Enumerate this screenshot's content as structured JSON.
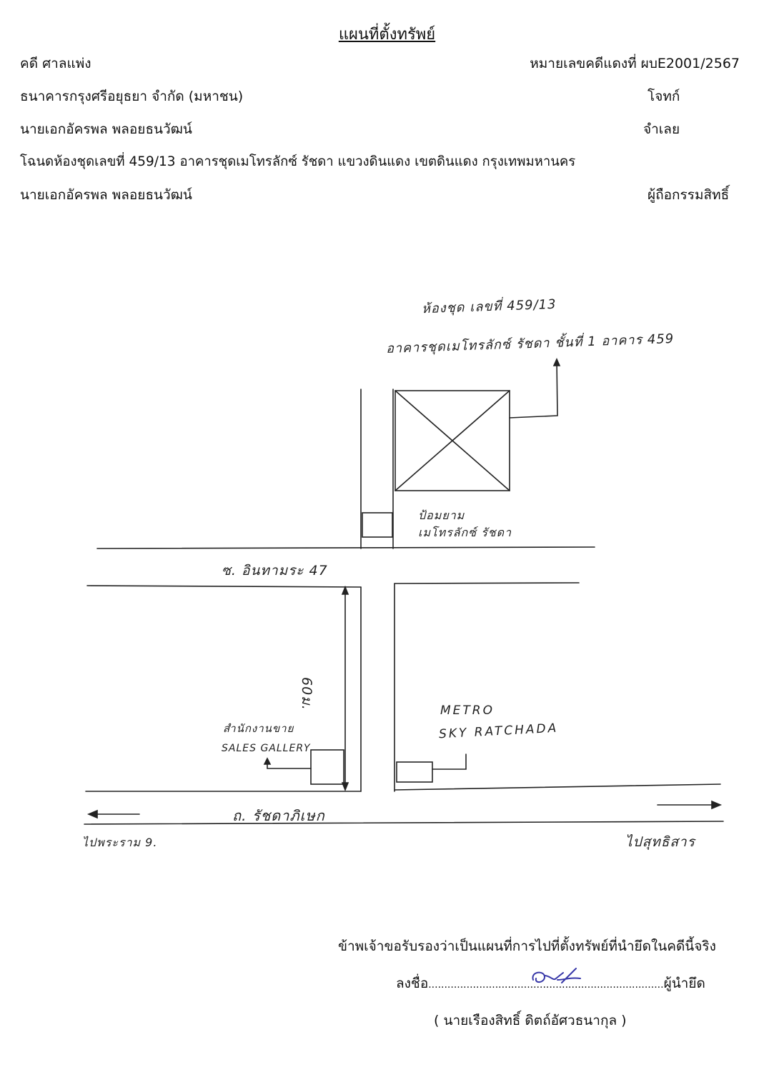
{
  "header": {
    "title": "แผนที่ตั้งทรัพย์",
    "case_type": "คดี ศาลแพ่ง",
    "case_number": "หมายเลขคดีแดงที่ ผบE2001/2567",
    "plaintiff_name": "ธนาคารกรุงศรีอยุธยา จำกัด (มหาชน)",
    "plaintiff_role": "โจทก์",
    "defendant_name": "นายเอกอัครพล พลอยธนวัฒน์",
    "defendant_role": "จำเลย",
    "deed": "โฉนดห้องชุดเลขที่ 459/13 อาคารชุดเมโทรลักซ์ รัชดา แขวงดินแดง เขตดินแดง กรุงเทพมหานคร",
    "owner_name": "นายเอกอัครพล พลอยธนวัฒน์",
    "owner_role": "ผู้ถือกรรมสิทธิ์"
  },
  "map": {
    "unit_label": "ห้องชุด เลขที่ 459/13",
    "building_label": "อาคารชุดเมโทรลักซ์ รัชดา ชั้นที่ 1 อาคาร 459",
    "guard_booth_line1": "ป้อมยาม",
    "guard_booth_line2": "เมโทรลักซ์ รัชดา",
    "soi_label": "ซ. อินทามระ 47",
    "distance_label": "60ม.",
    "sales_office_thai": "สำนักงานขาย",
    "sales_office_en": "SALES GALLERY",
    "metro_line1": "METRO",
    "metro_line2": "SKY RATCHADA",
    "main_road_label": "ถ. รัชดาภิเษก",
    "left_direction": "ไปพระราม 9.",
    "right_direction": "ไปสุทธิสาร"
  },
  "footer": {
    "certification": "ข้าพเจ้าขอรับรองว่าเป็นแผนที่การไปที่ตั้งทรัพย์ที่นำยึดในคดีนี้จริง",
    "sign_prefix": "ลงชื่อ",
    "sign_dots": "..........................................................................",
    "sign_role": "ผู้นำยึด",
    "signer_name": "(     นายเรืองสิทธิ์ ดิตถ์อัศวธนากุล  )"
  }
}
